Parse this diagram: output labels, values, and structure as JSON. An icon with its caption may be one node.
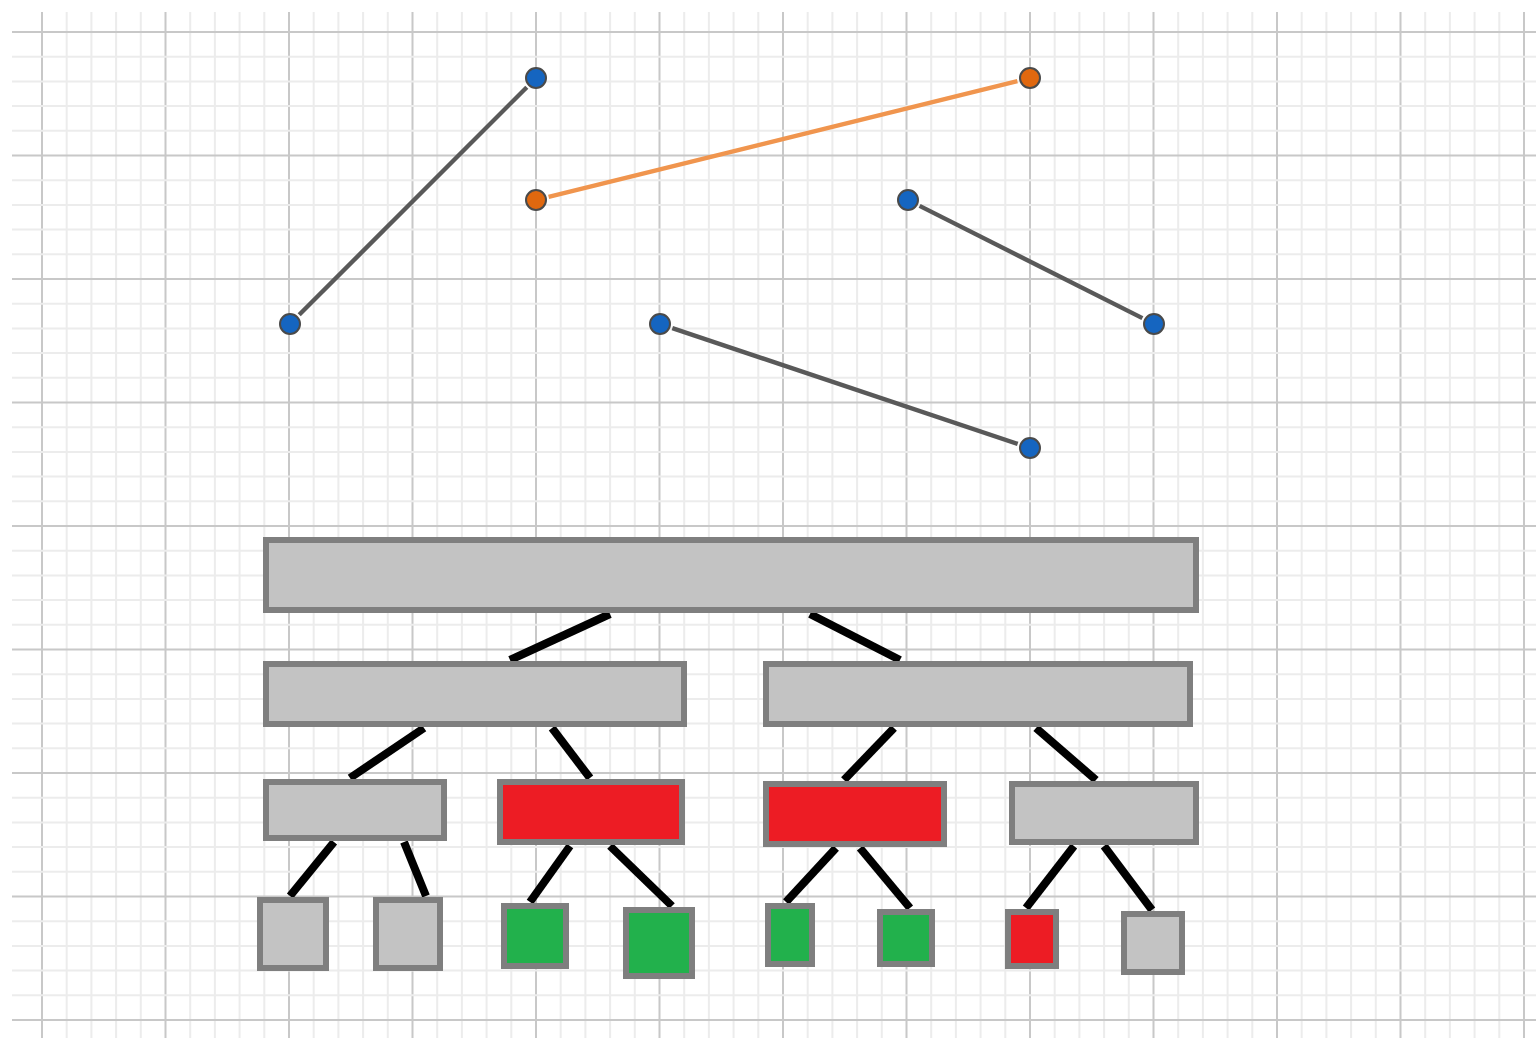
{
  "diagram": {
    "nodes": [
      {
        "text": [],
        "shape": "circle"
      },
      {
        "text": [],
        "shape": "circle"
      },
      {
        "text": [],
        "shape": "circle"
      },
      {
        "text": [],
        "shape": "circle"
      },
      {
        "text": [],
        "shape": "circle"
      },
      {
        "text": [],
        "shape": "circle"
      },
      {
        "text": [],
        "shape": "circle"
      },
      {
        "text": [],
        "shape": "circle"
      },
      {
        "text": [],
        "shape": "box"
      },
      {
        "text": [],
        "shape": "box"
      },
      {
        "text": [],
        "shape": "box"
      },
      {
        "text": [],
        "shape": "box"
      },
      {
        "text": [],
        "shape": "box"
      },
      {
        "text": [],
        "shape": "box"
      },
      {
        "text": [],
        "shape": "box"
      },
      {
        "text": [],
        "shape": "box"
      },
      {
        "text": [],
        "shape": "box"
      },
      {
        "text": [],
        "shape": "box"
      },
      {
        "text": [],
        "shape": "box"
      },
      {
        "text": [],
        "shape": "box"
      },
      {
        "text": [],
        "shape": "box"
      },
      {
        "text": [],
        "shape": "box"
      },
      {
        "text": [],
        "shape": "box"
      }
    ],
    "edges": [
      {
        "from": 0,
        "to": 4,
        "arrow": "none",
        "color": "#595959"
      },
      {
        "from": 2,
        "to": 1,
        "arrow": "none",
        "color": "#f0954e"
      },
      {
        "from": 3,
        "to": 6,
        "arrow": "none",
        "color": "#595959"
      },
      {
        "from": 5,
        "to": 7,
        "arrow": "none",
        "color": "#595959"
      },
      {
        "from": 8,
        "to": 9,
        "arrow": "none"
      },
      {
        "from": 8,
        "to": 10,
        "arrow": "none"
      },
      {
        "from": 9,
        "to": 11,
        "arrow": "none"
      },
      {
        "from": 9,
        "to": 12,
        "arrow": "none"
      },
      {
        "from": 10,
        "to": 13,
        "arrow": "none"
      },
      {
        "from": 10,
        "to": 14,
        "arrow": "none"
      },
      {
        "from": 11,
        "to": 15,
        "arrow": "none"
      },
      {
        "from": 11,
        "to": 16,
        "arrow": "none"
      },
      {
        "from": 12,
        "to": 17,
        "arrow": "none"
      },
      {
        "from": 12,
        "to": 18,
        "arrow": "none"
      },
      {
        "from": 13,
        "to": 19,
        "arrow": "none"
      },
      {
        "from": 13,
        "to": 20,
        "arrow": "none"
      },
      {
        "from": 14,
        "to": 21,
        "arrow": "none"
      },
      {
        "from": 14,
        "to": 22,
        "arrow": "none"
      }
    ]
  }
}
